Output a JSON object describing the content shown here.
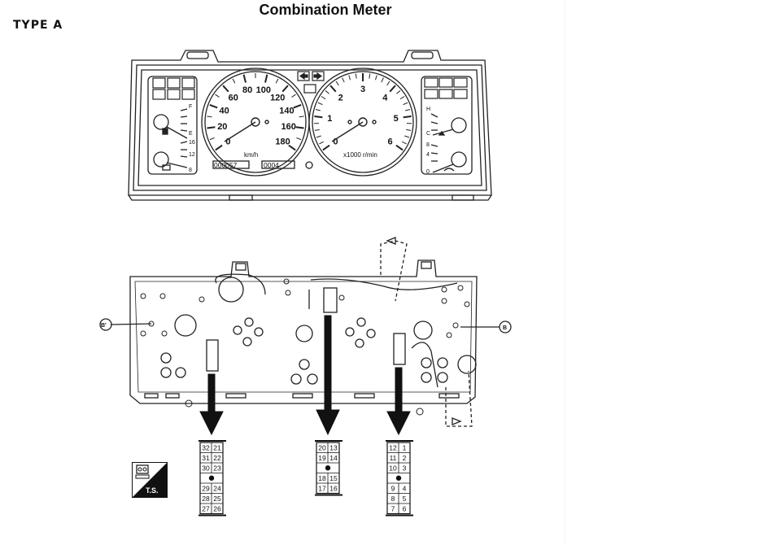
{
  "title": "Combination Meter",
  "subtitle": "TYPE A",
  "speedometer": {
    "unit": "km/h",
    "ticks": [
      "0",
      "20",
      "40",
      "60",
      "80",
      "100",
      "120",
      "140",
      "160",
      "180"
    ]
  },
  "tachometer": {
    "unit": "x1000 r/min",
    "ticks": [
      "0",
      "1",
      "2",
      "3",
      "4",
      "5",
      "6"
    ]
  },
  "odometer": "000057",
  "trip": "0004",
  "fuel_gauge": {
    "full": "F",
    "empty": "E"
  },
  "voltmeter": {
    "high": "16",
    "mid": "12",
    "low": "8"
  },
  "temp_gauge": {
    "hot": "H",
    "cold": "C"
  },
  "oil_gauge": {
    "high": "8",
    "mid": "4",
    "low": "0"
  },
  "rear_markers": {
    "left": "B'",
    "right": "B"
  },
  "connectors": [
    {
      "id": "left",
      "rows": [
        [
          "32",
          "21"
        ],
        [
          "31",
          "22"
        ],
        [
          "30",
          "23"
        ],
        [
          "",
          ""
        ],
        [
          "29",
          "24"
        ],
        [
          "28",
          "25"
        ],
        [
          "27",
          "26"
        ]
      ]
    },
    {
      "id": "middle",
      "rows": [
        [
          "20",
          "13"
        ],
        [
          "19",
          "14"
        ],
        [
          "",
          ""
        ],
        [
          "18",
          "15"
        ],
        [
          "17",
          "16"
        ]
      ]
    },
    {
      "id": "right",
      "rows": [
        [
          "12",
          "1"
        ],
        [
          "11",
          "2"
        ],
        [
          "10",
          "3"
        ],
        [
          "",
          ""
        ],
        [
          "9",
          "4"
        ],
        [
          "8",
          "5"
        ],
        [
          "7",
          "6"
        ]
      ]
    }
  ],
  "ts_badge": "T.S."
}
